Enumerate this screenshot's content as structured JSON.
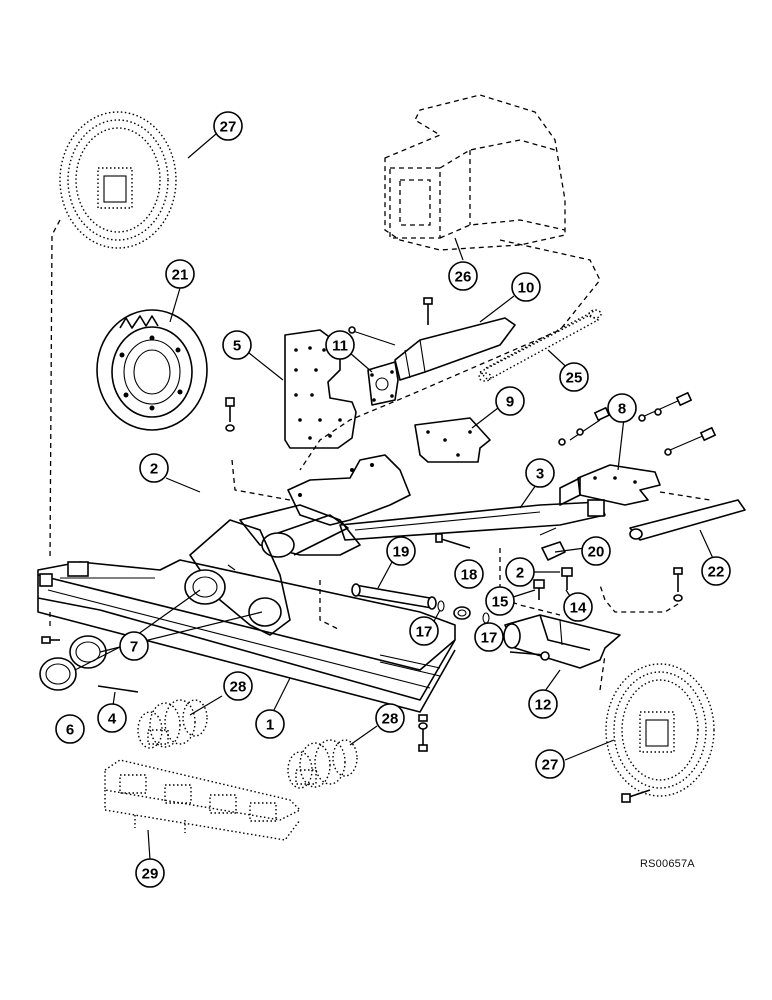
{
  "callouts": [
    {
      "label": "27"
    },
    {
      "label": "21"
    },
    {
      "label": "26"
    },
    {
      "label": "10"
    },
    {
      "label": "5"
    },
    {
      "label": "11"
    },
    {
      "label": "25"
    },
    {
      "label": "9"
    },
    {
      "label": "8"
    },
    {
      "label": "2"
    },
    {
      "label": "3"
    },
    {
      "label": "20"
    },
    {
      "label": "2"
    },
    {
      "label": "22"
    },
    {
      "label": "19"
    },
    {
      "label": "18"
    },
    {
      "label": "15"
    },
    {
      "label": "14"
    },
    {
      "label": "17"
    },
    {
      "label": "17"
    },
    {
      "label": "7"
    },
    {
      "label": "6"
    },
    {
      "label": "4"
    },
    {
      "label": "28"
    },
    {
      "label": "1"
    },
    {
      "label": "28"
    },
    {
      "label": "12"
    },
    {
      "label": "27"
    },
    {
      "label": "29"
    }
  ],
  "reference_code": "RS00657A"
}
